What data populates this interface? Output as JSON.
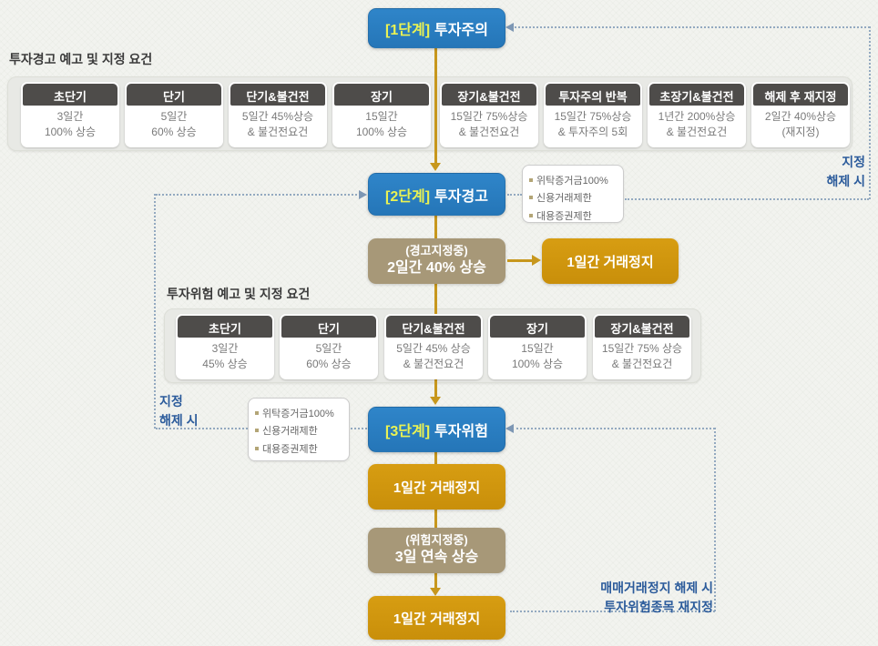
{
  "diagram": {
    "stage1": {
      "prefix": "[1단계]",
      "label": "투자주의"
    },
    "stage2": {
      "prefix": "[2단계]",
      "label": "투자경고"
    },
    "stage3": {
      "prefix": "[3단계]",
      "label": "투자위험"
    },
    "warning_table": {
      "title": "투자경고 예고 및 지정 요건",
      "columns": [
        {
          "header": "초단기",
          "line1": "3일간",
          "line2": "100% 상승"
        },
        {
          "header": "단기",
          "line1": "5일간",
          "line2": "60% 상승"
        },
        {
          "header": "단기&불건전",
          "line1": "5일간 45%상승",
          "line2": "& 불건전요건"
        },
        {
          "header": "장기",
          "line1": "15일간",
          "line2": "100% 상승"
        },
        {
          "header": "장기&불건전",
          "line1": "15일간 75%상승",
          "line2": "& 불건전요건"
        },
        {
          "header": "투자주의 반복",
          "line1": "15일간 75%상승",
          "line2": "& 투자주의 5회"
        },
        {
          "header": "초장기&불건전",
          "line1": "1년간 200%상승",
          "line2": "& 불건전요건"
        },
        {
          "header": "해제 후 재지정",
          "line1": "2일간 40%상승",
          "line2": "(재지정)"
        }
      ]
    },
    "risk_table": {
      "title": "투자위험 예고 및 지정 요건",
      "columns": [
        {
          "header": "초단기",
          "line1": "3일간",
          "line2": "45% 상승"
        },
        {
          "header": "단기",
          "line1": "5일간",
          "line2": "60% 상승"
        },
        {
          "header": "단기&불건전",
          "line1": "5일간 45% 상승",
          "line2": "& 불건전요건"
        },
        {
          "header": "장기",
          "line1": "15일간",
          "line2": "100% 상승"
        },
        {
          "header": "장기&불건전",
          "line1": "15일간 75% 상승",
          "line2": "& 불건전요건"
        }
      ]
    },
    "restrictions": {
      "items": [
        "위탁증거금100%",
        "신용거래제한",
        "대용증권제한"
      ]
    },
    "warning_condition": {
      "line1": "(경고지정중)",
      "line2": "2일간 40% 상승"
    },
    "warning_halt": "1일간 거래정지",
    "risk_halt1": "1일간 거래정지",
    "risk_condition": {
      "line1": "(위험지정중)",
      "line2": "3일 연속 상승"
    },
    "risk_halt2": "1일간 거래정지",
    "labels": {
      "release_right": {
        "line1": "지정",
        "line2": "해제 시"
      },
      "release_left": {
        "line1": "지정",
        "line2": "해제 시"
      },
      "rehalt": {
        "line1": "매매거래정지 해제 시",
        "line2": "투자위험종목 재지정"
      }
    },
    "colors": {
      "stage_blue": "#2a7dc1",
      "stage_prefix_yellow": "#eaf253",
      "halt_gold": "#d1960d",
      "condition_tan": "#a79878",
      "table_header_dark": "#4e4c4a",
      "connector_gold": "#c7971d",
      "connector_dotted_blue": "#93a9c0",
      "side_label_blue": "#2b5b9b"
    }
  }
}
